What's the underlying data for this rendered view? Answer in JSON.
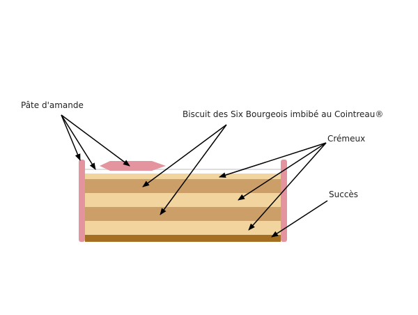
{
  "labels": {
    "pate": "Pâte d'amande",
    "biscuit": "Biscuit des Six Bourgeois imbibé au Cointreau®",
    "cremeux": "Crémeux",
    "succes": "Succès"
  },
  "colors": {
    "pate": "#e4949e",
    "light": "#f2d59e",
    "dark": "#cc9e68",
    "succes": "#a46f22",
    "glaze": "#dddddd"
  }
}
